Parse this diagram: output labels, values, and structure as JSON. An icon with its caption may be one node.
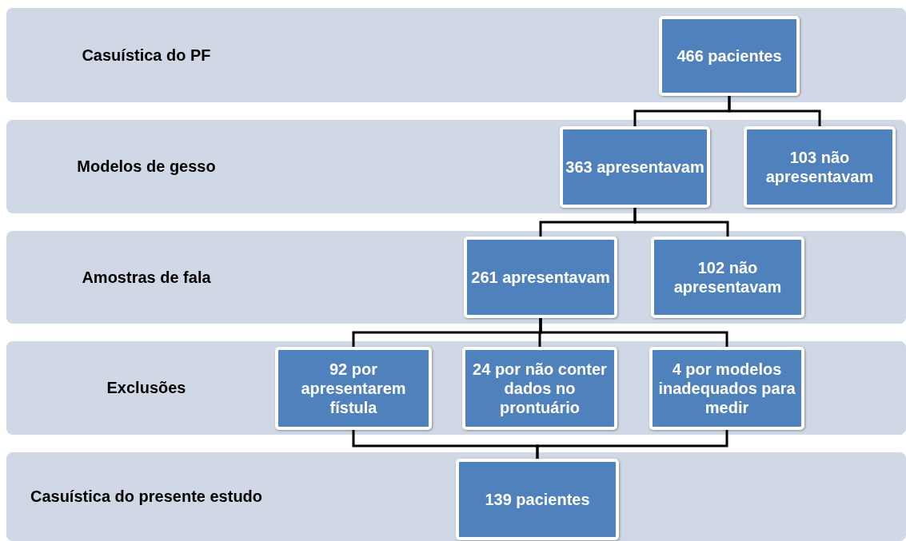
{
  "diagram": {
    "nodes": [
      {
        "text": [
          "Casuística do PF"
        ]
      },
      {
        "text": [
          "466 pacientes"
        ],
        "in": 0
      },
      {
        "text": [
          "Modelos de gesso"
        ]
      },
      {
        "text": [
          "363 apresentavam"
        ],
        "in": 2
      },
      {
        "text": [
          "103 não apresentavam"
        ],
        "in": 2
      },
      {
        "text": [
          "Amostras de fala"
        ]
      },
      {
        "text": [
          "261 apresentavam"
        ],
        "in": 5
      },
      {
        "text": [
          "102 não apresentavam"
        ],
        "in": 5
      },
      {
        "text": [
          "Exclusões"
        ]
      },
      {
        "text": [
          "92 por apresentarem fístula"
        ],
        "in": 8
      },
      {
        "text": [
          "24 por não conter dados no prontuário"
        ],
        "in": 8
      },
      {
        "text": [
          "4 por modelos inadequados para medir"
        ],
        "in": 8
      },
      {
        "text": [
          "Casuística do presente estudo"
        ]
      },
      {
        "text": [
          "139 pacientes"
        ],
        "in": 12
      }
    ],
    "edges": [
      {
        "from": 1,
        "to": 3,
        "arrow": "none"
      },
      {
        "from": 1,
        "to": 4,
        "arrow": "none"
      },
      {
        "from": 3,
        "to": 6,
        "arrow": "none"
      },
      {
        "from": 3,
        "to": 7,
        "arrow": "none"
      },
      {
        "from": 6,
        "to": 9,
        "arrow": "none"
      },
      {
        "from": 6,
        "to": 10,
        "arrow": "none"
      },
      {
        "from": 6,
        "to": 11,
        "arrow": "none"
      },
      {
        "from": 9,
        "to": 13,
        "arrow": "none"
      },
      {
        "from": 11,
        "to": 13,
        "arrow": "none"
      }
    ]
  }
}
